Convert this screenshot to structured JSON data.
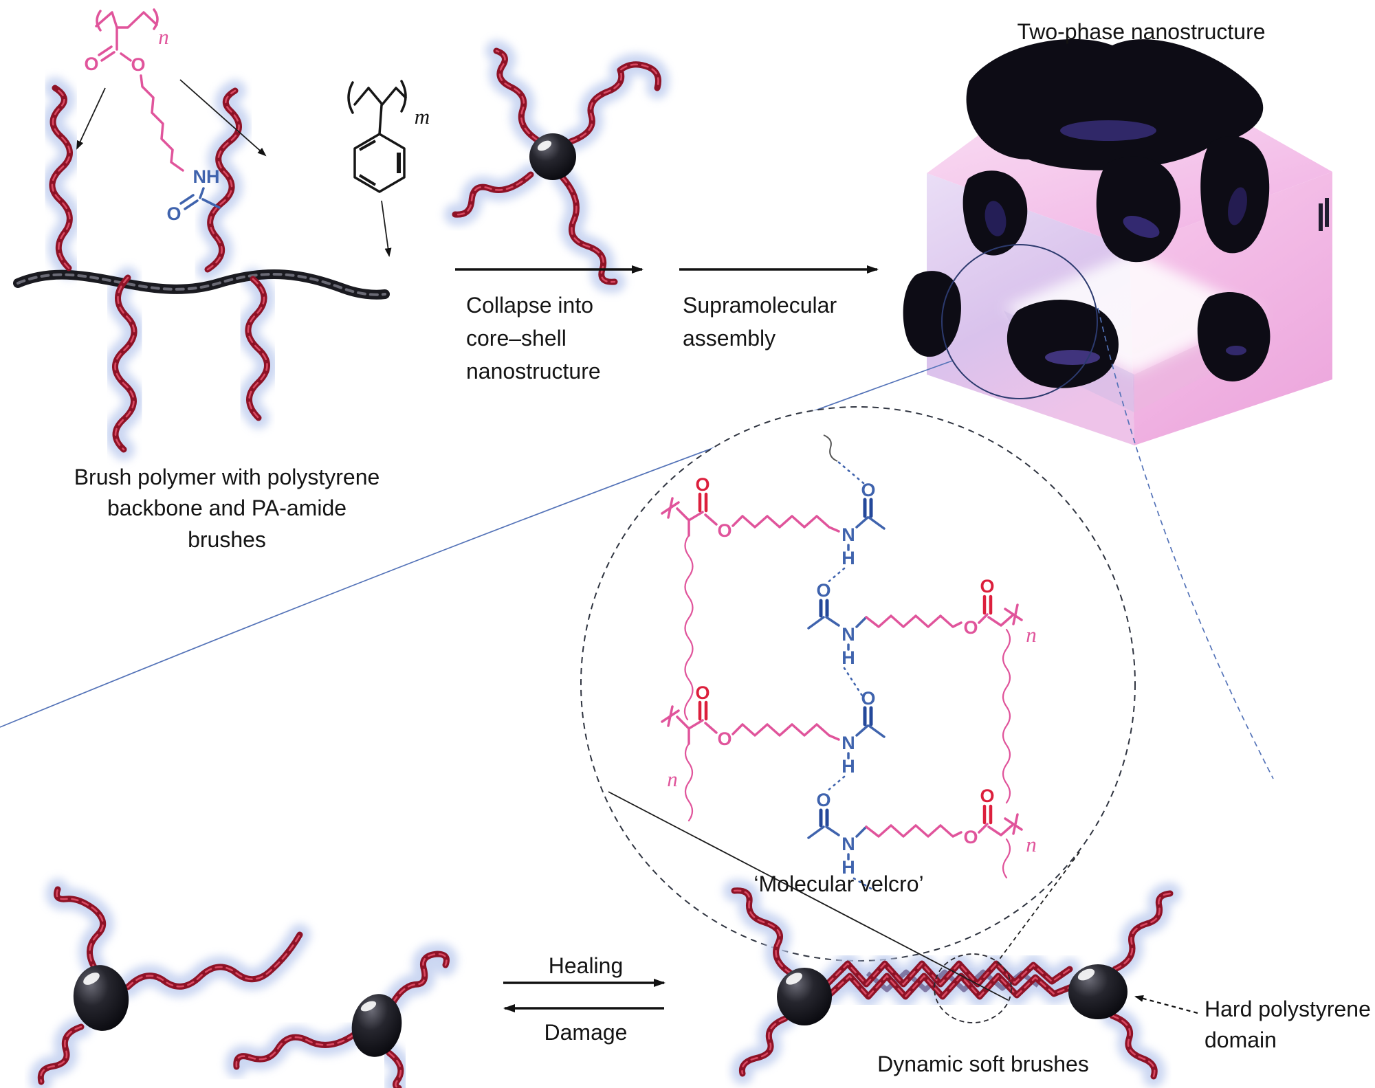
{
  "figure": {
    "two_phase_title": "Two-phase nanostructure",
    "arrow1_label": "Collapse into\ncore–shell\nnanostructure",
    "arrow2_label": "Supramolecular\nassembly",
    "brush_polymer_caption": "Brush polymer with polystyrene\nbackbone and PA-amide\nbrushes",
    "velcro_label": "‘Molecular velcro’",
    "healing_label": "Healing",
    "damage_label": "Damage",
    "dynamic_label": "Dynamic soft brushes",
    "hard_domain_label": "Hard polystyrene\ndomain"
  },
  "chem": {
    "oxygen": "O",
    "nitrogen": "N",
    "hydrogen": "H",
    "nh": "NH",
    "n_repeat": "n",
    "m_repeat": "m"
  },
  "colors": {
    "brush_red": "#8e1226",
    "brush_highlight": "#d84a63",
    "glow_blue": "#bfcdef",
    "backbone_black": "#1a1a20",
    "domain_black": "#0d0c15",
    "cube_pink": "#f2b4e4",
    "cube_lavender": "#d8c8f0",
    "chem_pink": "#e0549b",
    "chem_red": "#dc1f3c",
    "chem_blue": "#3f63ad",
    "chem_blue_dark": "#24489a",
    "callout_blue": "#5473b8",
    "text_black": "#141414"
  }
}
